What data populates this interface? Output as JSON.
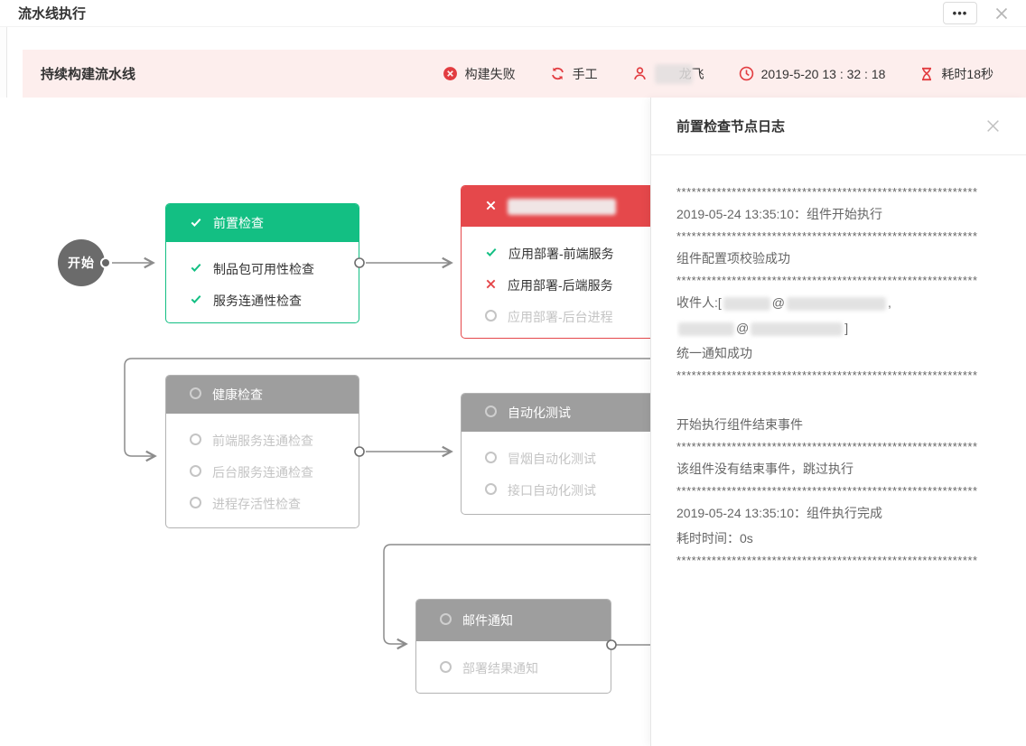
{
  "window": {
    "title": "流水线执行",
    "more_label": "•••"
  },
  "status_bar": {
    "pipeline_name": "持续构建流水线",
    "items": [
      {
        "icon": "error-circle",
        "label": "构建失败"
      },
      {
        "icon": "refresh",
        "label": "手工"
      },
      {
        "icon": "user",
        "label": "龙飞",
        "redacted": true
      },
      {
        "icon": "clock",
        "label": "2019-5-20 13 : 32 : 18"
      },
      {
        "icon": "hourglass",
        "label": "耗时18秒"
      }
    ]
  },
  "flow": {
    "start_label": "开始",
    "nodes": [
      {
        "id": "precheck",
        "title": "前置检查",
        "state": "success",
        "title_redacted": false,
        "steps": [
          {
            "label": "制品包可用性检查",
            "state": "success"
          },
          {
            "label": "服务连通性检查",
            "state": "success"
          }
        ]
      },
      {
        "id": "deploy",
        "title": "",
        "state": "failed",
        "title_redacted": true,
        "steps": [
          {
            "label": "应用部署-前端服务",
            "state": "success"
          },
          {
            "label": "应用部署-后端服务",
            "state": "failed"
          },
          {
            "label": "应用部署-后台进程",
            "state": "pending"
          }
        ]
      },
      {
        "id": "health",
        "title": "健康检查",
        "state": "pending",
        "title_redacted": false,
        "steps": [
          {
            "label": "前端服务连通检查",
            "state": "pending"
          },
          {
            "label": "后台服务连通检查",
            "state": "pending"
          },
          {
            "label": "进程存活性检查",
            "state": "pending"
          }
        ]
      },
      {
        "id": "autotest",
        "title": "自动化测试",
        "state": "pending",
        "title_redacted": false,
        "steps": [
          {
            "label": "冒烟自动化测试",
            "state": "pending"
          },
          {
            "label": "接口自动化测试",
            "state": "pending"
          }
        ]
      },
      {
        "id": "mail",
        "title": "邮件通知",
        "state": "pending",
        "title_redacted": false,
        "steps": [
          {
            "label": "部署结果通知",
            "state": "pending"
          }
        ]
      }
    ]
  },
  "log_panel": {
    "title": "前置检查节点日志",
    "separator": "************************************************************",
    "lines": [
      {
        "type": "sep"
      },
      {
        "type": "text",
        "v": "2019-05-24 13:35:10：组件开始执行"
      },
      {
        "type": "sep"
      },
      {
        "type": "text",
        "v": "组件配置项校验成功"
      },
      {
        "type": "sep"
      },
      {
        "type": "redacted",
        "segments": [
          {
            "t": "text",
            "v": "收件人:["
          },
          {
            "t": "blur",
            "w": 52
          },
          {
            "t": "text",
            "v": "@"
          },
          {
            "t": "blur",
            "w": 110
          },
          {
            "t": "text",
            "v": ","
          }
        ]
      },
      {
        "type": "redacted",
        "segments": [
          {
            "t": "blur",
            "w": 62
          },
          {
            "t": "text",
            "v": "@"
          },
          {
            "t": "blur",
            "w": 102
          },
          {
            "t": "text",
            "v": "]"
          }
        ]
      },
      {
        "type": "text",
        "v": "统一通知成功"
      },
      {
        "type": "sep"
      },
      {
        "type": "blank"
      },
      {
        "type": "text",
        "v": "开始执行组件结束事件"
      },
      {
        "type": "sep"
      },
      {
        "type": "text",
        "v": "该组件没有结束事件，跳过执行"
      },
      {
        "type": "sep"
      },
      {
        "type": "text",
        "v": "2019-05-24 13:35:10：组件执行完成"
      },
      {
        "type": "text",
        "v": "耗时时间：0s"
      },
      {
        "type": "sep"
      }
    ]
  },
  "colors": {
    "success_green": "#13bf83",
    "fail_red": "#e5484b",
    "accent_red": "#e23c40",
    "status_bar_bg": "#fdeeed",
    "pending_gray": "#9e9e9e",
    "line_gray": "#8c8c8c"
  }
}
